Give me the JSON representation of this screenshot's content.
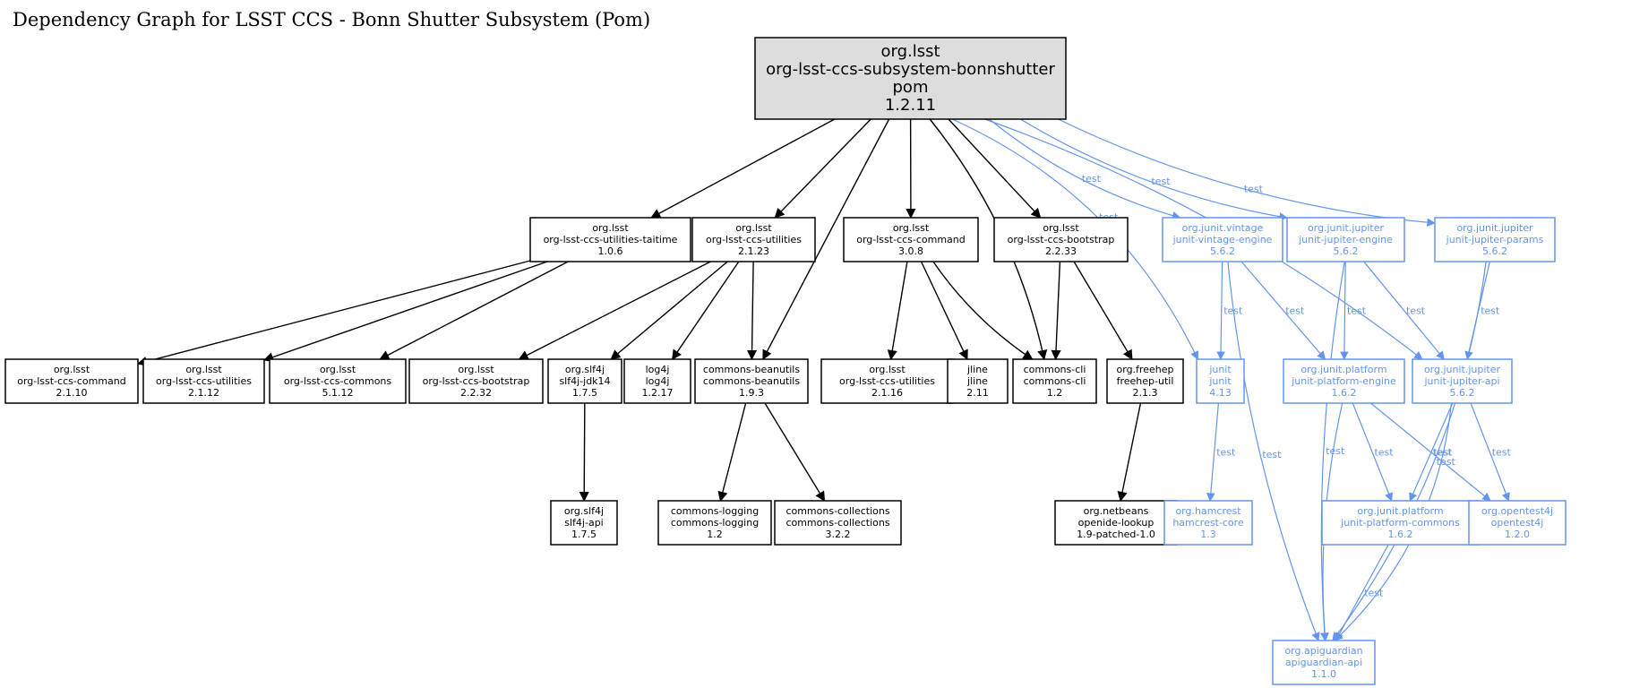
{
  "title": "Dependency Graph for LSST CCS - Bonn Shutter Subsystem (Pom)",
  "colors": {
    "compile": "#000000",
    "test": "#6495ED",
    "root_fill": "#DDDDDD",
    "node_fill": "#FFFFFF"
  },
  "nodes": [
    {
      "id": "root",
      "lines": [
        "org.lsst",
        "org-lsst-ccs-subsystem-bonnshutter",
        "pom",
        "1.2.11"
      ],
      "kind": "root"
    },
    {
      "id": "taitime",
      "lines": [
        "org.lsst",
        "org-lsst-ccs-utilities-taitime",
        "1.0.6"
      ],
      "kind": "compile"
    },
    {
      "id": "util2123",
      "lines": [
        "org.lsst",
        "org-lsst-ccs-utilities",
        "2.1.23"
      ],
      "kind": "compile"
    },
    {
      "id": "cmd308",
      "lines": [
        "org.lsst",
        "org-lsst-ccs-command",
        "3.0.8"
      ],
      "kind": "compile"
    },
    {
      "id": "boot2233",
      "lines": [
        "org.lsst",
        "org-lsst-ccs-bootstrap",
        "2.2.33"
      ],
      "kind": "compile"
    },
    {
      "id": "vintage",
      "lines": [
        "org.junit.vintage",
        "junit-vintage-engine",
        "5.6.2"
      ],
      "kind": "test"
    },
    {
      "id": "jupengine",
      "lines": [
        "org.junit.jupiter",
        "junit-jupiter-engine",
        "5.6.2"
      ],
      "kind": "test"
    },
    {
      "id": "jupparams",
      "lines": [
        "org.junit.jupiter",
        "junit-jupiter-params",
        "5.6.2"
      ],
      "kind": "test"
    },
    {
      "id": "cmd2110",
      "lines": [
        "org.lsst",
        "org-lsst-ccs-command",
        "2.1.10"
      ],
      "kind": "compile"
    },
    {
      "id": "util2112",
      "lines": [
        "org.lsst",
        "org-lsst-ccs-utilities",
        "2.1.12"
      ],
      "kind": "compile"
    },
    {
      "id": "commons5112",
      "lines": [
        "org.lsst",
        "org-lsst-ccs-commons",
        "5.1.12"
      ],
      "kind": "compile"
    },
    {
      "id": "boot2232",
      "lines": [
        "org.lsst",
        "org-lsst-ccs-bootstrap",
        "2.2.32"
      ],
      "kind": "compile"
    },
    {
      "id": "slf4jjdk",
      "lines": [
        "org.slf4j",
        "slf4j-jdk14",
        "1.7.5"
      ],
      "kind": "compile"
    },
    {
      "id": "log4j",
      "lines": [
        "log4j",
        "log4j",
        "1.2.17"
      ],
      "kind": "compile"
    },
    {
      "id": "beanutils",
      "lines": [
        "commons-beanutils",
        "commons-beanutils",
        "1.9.3"
      ],
      "kind": "compile"
    },
    {
      "id": "util2116",
      "lines": [
        "org.lsst",
        "org-lsst-ccs-utilities",
        "2.1.16"
      ],
      "kind": "compile"
    },
    {
      "id": "jline",
      "lines": [
        "jline",
        "jline",
        "2.11"
      ],
      "kind": "compile"
    },
    {
      "id": "cli",
      "lines": [
        "commons-cli",
        "commons-cli",
        "1.2"
      ],
      "kind": "compile"
    },
    {
      "id": "freehep",
      "lines": [
        "org.freehep",
        "freehep-util",
        "2.1.3"
      ],
      "kind": "compile"
    },
    {
      "id": "junit",
      "lines": [
        "junit",
        "junit",
        "4.13"
      ],
      "kind": "test"
    },
    {
      "id": "platengine",
      "lines": [
        "org.junit.platform",
        "junit-platform-engine",
        "1.6.2"
      ],
      "kind": "test"
    },
    {
      "id": "jupapi",
      "lines": [
        "org.junit.jupiter",
        "junit-jupiter-api",
        "5.6.2"
      ],
      "kind": "test"
    },
    {
      "id": "slf4japi",
      "lines": [
        "org.slf4j",
        "slf4j-api",
        "1.7.5"
      ],
      "kind": "compile"
    },
    {
      "id": "logging",
      "lines": [
        "commons-logging",
        "commons-logging",
        "1.2"
      ],
      "kind": "compile"
    },
    {
      "id": "collections",
      "lines": [
        "commons-collections",
        "commons-collections",
        "3.2.2"
      ],
      "kind": "compile"
    },
    {
      "id": "openide",
      "lines": [
        "org.netbeans",
        "openide-lookup",
        "1.9-patched-1.0"
      ],
      "kind": "compile"
    },
    {
      "id": "hamcrest",
      "lines": [
        "org.hamcrest",
        "hamcrest-core",
        "1.3"
      ],
      "kind": "test"
    },
    {
      "id": "platcommons",
      "lines": [
        "org.junit.platform",
        "junit-platform-commons",
        "1.6.2"
      ],
      "kind": "test"
    },
    {
      "id": "opentest4j",
      "lines": [
        "org.opentest4j",
        "opentest4j",
        "1.2.0"
      ],
      "kind": "test"
    },
    {
      "id": "apiguardian",
      "lines": [
        "org.apiguardian",
        "apiguardian-api",
        "1.1.0"
      ],
      "kind": "test"
    }
  ],
  "edges": [
    {
      "from": "root",
      "to": "taitime",
      "label": ""
    },
    {
      "from": "root",
      "to": "util2123",
      "label": ""
    },
    {
      "from": "root",
      "to": "beanutils",
      "label": ""
    },
    {
      "from": "root",
      "to": "cmd308",
      "label": ""
    },
    {
      "from": "root",
      "to": "cli",
      "label": ""
    },
    {
      "from": "root",
      "to": "boot2233",
      "label": ""
    },
    {
      "from": "root",
      "to": "junit",
      "label": "test"
    },
    {
      "from": "root",
      "to": "vintage",
      "label": "test"
    },
    {
      "from": "root",
      "to": "jupengine",
      "label": "test"
    },
    {
      "from": "root",
      "to": "jupapi",
      "label": "test"
    },
    {
      "from": "root",
      "to": "jupparams",
      "label": "test"
    },
    {
      "from": "taitime",
      "to": "cmd2110",
      "label": ""
    },
    {
      "from": "taitime",
      "to": "util2112",
      "label": ""
    },
    {
      "from": "taitime",
      "to": "commons5112",
      "label": ""
    },
    {
      "from": "util2123",
      "to": "boot2232",
      "label": ""
    },
    {
      "from": "util2123",
      "to": "slf4jjdk",
      "label": ""
    },
    {
      "from": "util2123",
      "to": "log4j",
      "label": ""
    },
    {
      "from": "util2123",
      "to": "beanutils",
      "label": ""
    },
    {
      "from": "cmd308",
      "to": "util2116",
      "label": ""
    },
    {
      "from": "cmd308",
      "to": "jline",
      "label": ""
    },
    {
      "from": "cmd308",
      "to": "cli",
      "label": ""
    },
    {
      "from": "boot2233",
      "to": "cli",
      "label": ""
    },
    {
      "from": "boot2233",
      "to": "freehep",
      "label": ""
    },
    {
      "from": "slf4jjdk",
      "to": "slf4japi",
      "label": ""
    },
    {
      "from": "beanutils",
      "to": "logging",
      "label": ""
    },
    {
      "from": "beanutils",
      "to": "collections",
      "label": ""
    },
    {
      "from": "freehep",
      "to": "openide",
      "label": ""
    },
    {
      "from": "vintage",
      "to": "junit",
      "label": "test"
    },
    {
      "from": "vintage",
      "to": "platengine",
      "label": "test"
    },
    {
      "from": "vintage",
      "to": "apiguardian",
      "label": "test"
    },
    {
      "from": "jupengine",
      "to": "platengine",
      "label": "test"
    },
    {
      "from": "jupengine",
      "to": "jupapi",
      "label": "test"
    },
    {
      "from": "jupengine",
      "to": "apiguardian",
      "label": "test"
    },
    {
      "from": "jupparams",
      "to": "jupapi",
      "label": "test"
    },
    {
      "from": "jupparams",
      "to": "apiguardian",
      "label": "test"
    },
    {
      "from": "junit",
      "to": "hamcrest",
      "label": "test"
    },
    {
      "from": "platengine",
      "to": "platcommons",
      "label": "test"
    },
    {
      "from": "platengine",
      "to": "opentest4j",
      "label": "test"
    },
    {
      "from": "platengine",
      "to": "apiguardian",
      "label": "test"
    },
    {
      "from": "jupapi",
      "to": "platcommons",
      "label": "test"
    },
    {
      "from": "jupapi",
      "to": "opentest4j",
      "label": "test"
    },
    {
      "from": "jupapi",
      "to": "apiguardian",
      "label": "test"
    },
    {
      "from": "platcommons",
      "to": "apiguardian",
      "label": "test"
    }
  ]
}
